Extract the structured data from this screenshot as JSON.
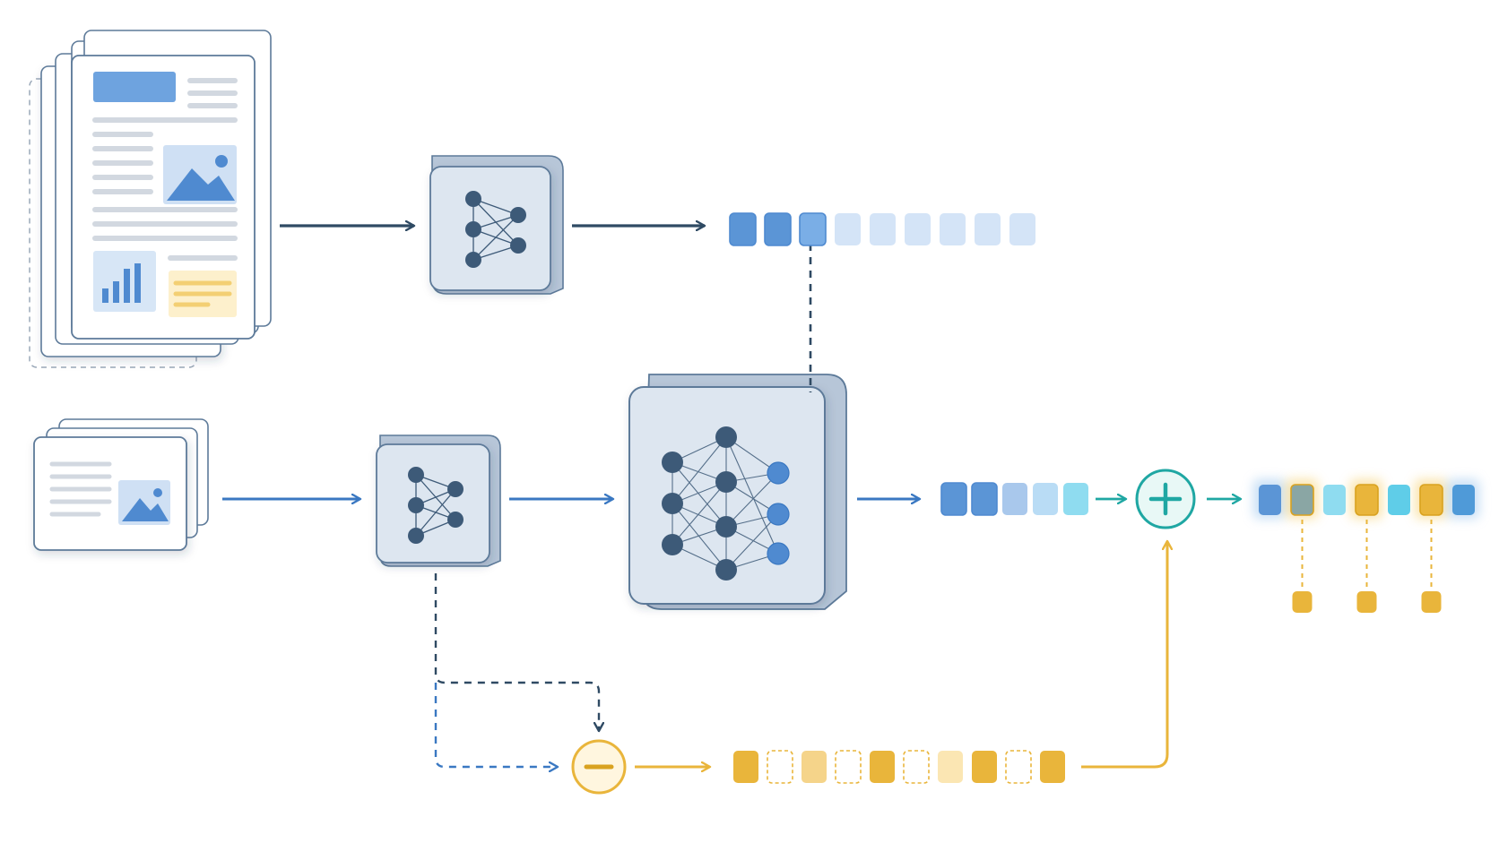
{
  "colors": {
    "dark": "#2f4a63",
    "node_dark": "#3d5a78",
    "blue": "#3a78c2",
    "blue_mid": "#5b95d6",
    "blue_light": "#a9c8ec",
    "blue_pale": "#d4e4f7",
    "cyan": "#8fdcf0",
    "teal": "#1fa7a3",
    "gold": "#e9b53b",
    "gold_light": "#f5d48a",
    "gold_pale": "#fbe6b3",
    "box_fill": "#dde6f0",
    "box_side": "#b7c6d8",
    "box_stroke": "#5d7a99"
  },
  "icons": {
    "document_stack": "document-stack-icon",
    "slide_stack": "slide-stack-icon",
    "small_encoder": "neural-network-icon",
    "large_model": "neural-network-large-icon",
    "plus_operator": "plus-icon",
    "minus_operator": "minus-icon"
  },
  "sequences": {
    "top_tokens": {
      "count": 9,
      "filled_count": 3
    },
    "mid_tokens": {
      "count": 5
    },
    "bottom_tokens": {
      "count": 10,
      "pattern": [
        "solid",
        "dashed",
        "light",
        "dashed",
        "solid",
        "dashed",
        "pale",
        "solid",
        "dashed",
        "solid"
      ]
    },
    "output_tokens": {
      "count": 7,
      "highlighted": [
        1,
        3,
        5
      ],
      "selected_outputs": 3
    }
  }
}
